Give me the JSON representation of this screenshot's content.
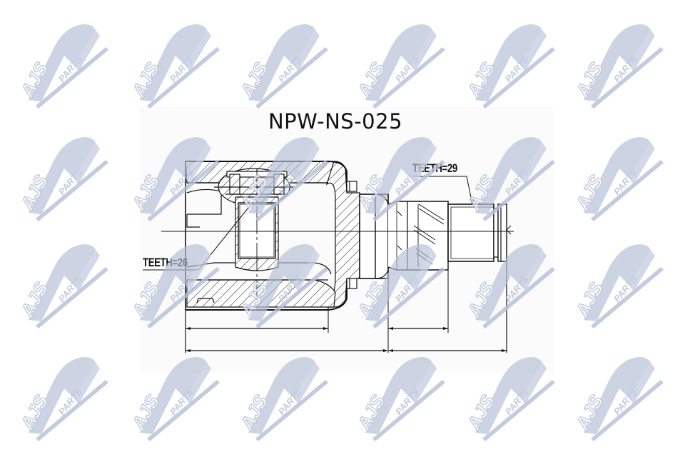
{
  "drawing": {
    "part_number": "NPW-NS-025",
    "labels": {
      "inner_teeth": "TEETH=26",
      "outer_teeth": "TEETH=29"
    },
    "line_color": "#111111",
    "background": "#fbfbfb"
  },
  "watermark": {
    "brand_text_primary": "AJS",
    "brand_text_secondary": "PARTS",
    "icon": "ajs-parts-logo-icon",
    "color": "#b4bfd6",
    "grid": {
      "columns_x": [
        40,
        195,
        345,
        510,
        665,
        815
      ],
      "rows_y": [
        32,
        190,
        340,
        500
      ]
    }
  }
}
